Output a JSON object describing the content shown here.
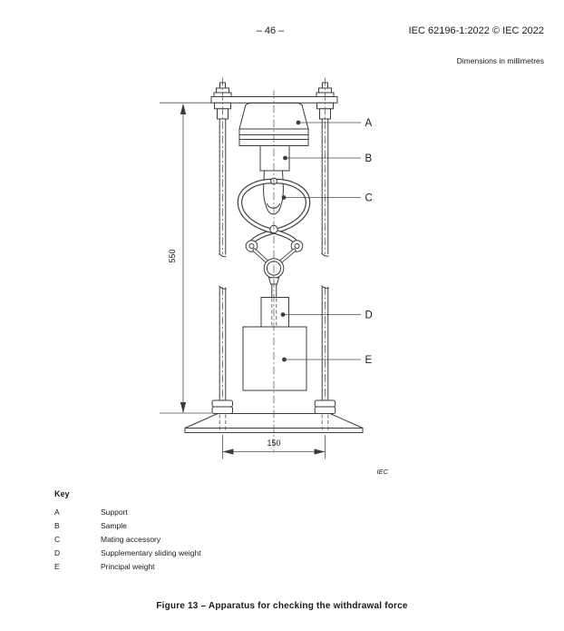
{
  "header": {
    "page_number": "– 46 –",
    "document_reference": "IEC 62196-1:2022 © IEC 2022",
    "dimensions_note": "Dimensions in millimetres"
  },
  "figure": {
    "callouts": [
      {
        "letter": "A"
      },
      {
        "letter": "B"
      },
      {
        "letter": "C"
      },
      {
        "letter": "D"
      },
      {
        "letter": "E"
      }
    ],
    "dimensions": {
      "height_mm": "550",
      "base_width_mm": "150"
    },
    "source_tag": "IEC"
  },
  "key": {
    "title": "Key",
    "entries": [
      {
        "letter": "A",
        "description": "Support"
      },
      {
        "letter": "B",
        "description": "Sample"
      },
      {
        "letter": "C",
        "description": "Mating accessory"
      },
      {
        "letter": "D",
        "description": "Supplementary sliding weight"
      },
      {
        "letter": "E",
        "description": "Principal weight"
      }
    ]
  },
  "caption": "Figure 13 – Apparatus for checking the withdrawal force"
}
